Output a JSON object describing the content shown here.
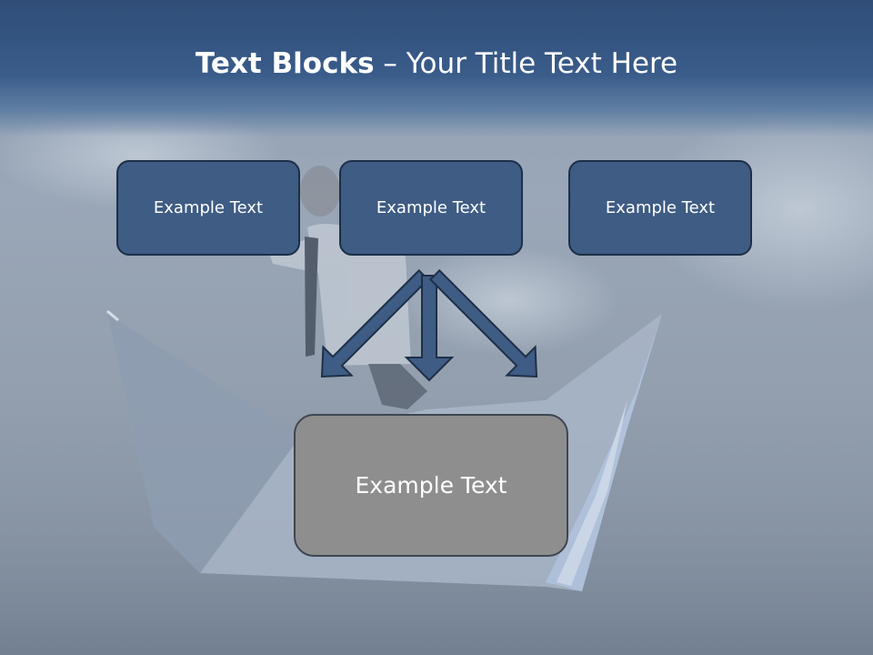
{
  "slide": {
    "title_bold": "Text Blocks",
    "title_separator": " – ",
    "title_rest": "Your Title Text Here"
  },
  "blocks": [
    {
      "label": "Example Text"
    },
    {
      "label": "Example Text"
    },
    {
      "label": "Example Text"
    }
  ],
  "target_block": {
    "label": "Example Text"
  },
  "colors": {
    "header": "#3a5c8a",
    "block_fill": "#3e5c84",
    "block_border": "#1e2f47",
    "target_fill": "#8e8e8e",
    "arrow_fill": "#3e5c84"
  }
}
